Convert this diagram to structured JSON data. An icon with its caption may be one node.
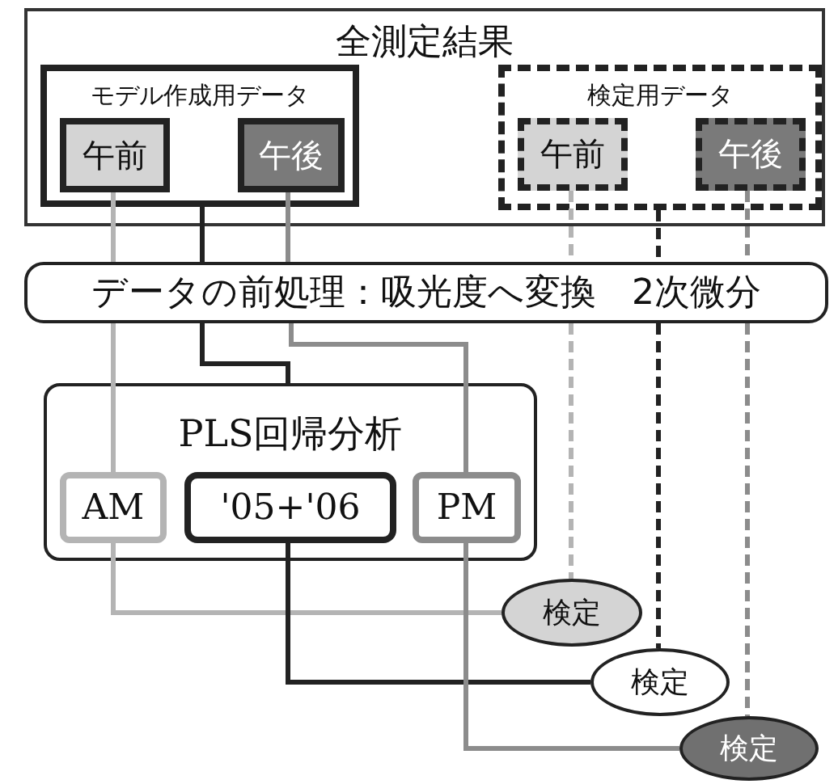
{
  "diagram": {
    "nodes": [
      {
        "text": [
          "全測定結果"
        ]
      },
      {
        "text": [
          "モデル作成用データ"
        ],
        "in": 0
      },
      {
        "text": [
          "午前"
        ],
        "in": 1
      },
      {
        "text": [
          "午後"
        ],
        "in": 1
      },
      {
        "text": [
          "検定用データ"
        ],
        "in": 0
      },
      {
        "text": [
          "午前"
        ],
        "in": 4
      },
      {
        "text": [
          "午後"
        ],
        "in": 4
      },
      {
        "text": [
          "データの前処理：吸光度へ変換　2次微分"
        ]
      },
      {
        "text": [
          "PLS回帰分析"
        ]
      },
      {
        "text": [
          "AM"
        ],
        "in": 8
      },
      {
        "text": [
          "'05+'06"
        ],
        "in": 8
      },
      {
        "text": [
          "PM"
        ],
        "in": 8
      },
      {
        "text": [
          "検定"
        ]
      },
      {
        "text": [
          "検定"
        ]
      },
      {
        "text": [
          "検定"
        ]
      }
    ],
    "edges": [
      {
        "from": 2,
        "to": 7,
        "arrow": "none",
        "color": "#b4b4b4"
      },
      {
        "from": 1,
        "to": 7,
        "arrow": "none",
        "color": "#222222"
      },
      {
        "from": 3,
        "to": 7,
        "arrow": "none",
        "color": "#8c8c8c"
      },
      {
        "from": 5,
        "to": 7,
        "arrow": "none",
        "style": "dashed",
        "color": "#b4b4b4"
      },
      {
        "from": 4,
        "to": 7,
        "arrow": "none",
        "style": "dashed",
        "color": "#222222"
      },
      {
        "from": 6,
        "to": 7,
        "arrow": "none",
        "style": "dashed",
        "color": "#8c8c8c"
      },
      {
        "from": 7,
        "to": 9,
        "arrow": "none",
        "color": "#b4b4b4"
      },
      {
        "from": 7,
        "to": 8,
        "arrow": "none",
        "color": "#222222"
      },
      {
        "from": 7,
        "to": 11,
        "arrow": "none",
        "color": "#8c8c8c"
      },
      {
        "from": 7,
        "to": 12,
        "arrow": "none",
        "style": "dashed",
        "color": "#b4b4b4"
      },
      {
        "from": 7,
        "to": 13,
        "arrow": "none",
        "style": "dashed",
        "color": "#222222"
      },
      {
        "from": 7,
        "to": 14,
        "arrow": "none",
        "style": "dashed",
        "color": "#8c8c8c"
      },
      {
        "from": 9,
        "to": 12,
        "arrow": "none",
        "color": "#b4b4b4"
      },
      {
        "from": 10,
        "to": 13,
        "arrow": "none",
        "color": "#222222"
      },
      {
        "from": 11,
        "to": 14,
        "arrow": "none",
        "color": "#8c8c8c"
      }
    ]
  }
}
